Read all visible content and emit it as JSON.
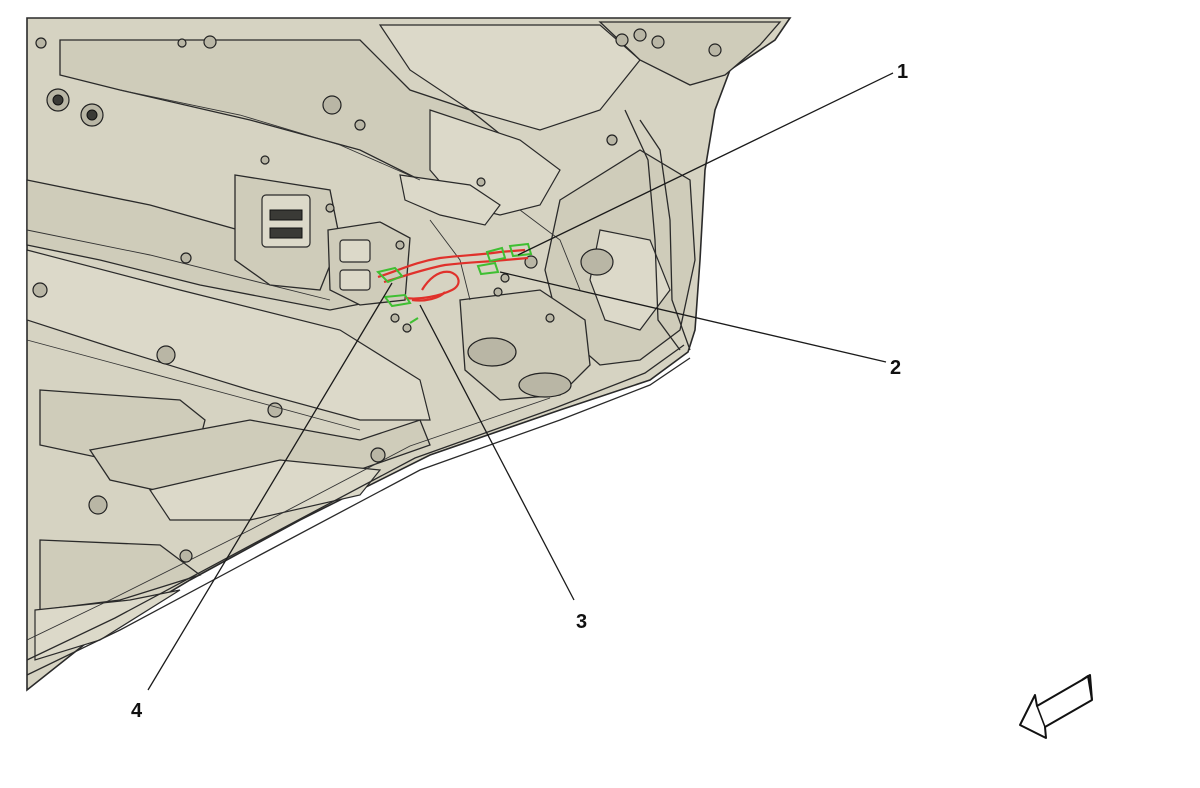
{
  "callouts": [
    {
      "id": "1",
      "label": "1"
    },
    {
      "id": "2",
      "label": "2"
    },
    {
      "id": "3",
      "label": "3"
    },
    {
      "id": "4",
      "label": "4"
    }
  ],
  "colors": {
    "body": "#d6d3c2",
    "harness": "#e0312b",
    "clips": "#3fbf32",
    "outline": "#2a2a2a"
  },
  "icons": {
    "direction": "direction-arrow-icon"
  }
}
